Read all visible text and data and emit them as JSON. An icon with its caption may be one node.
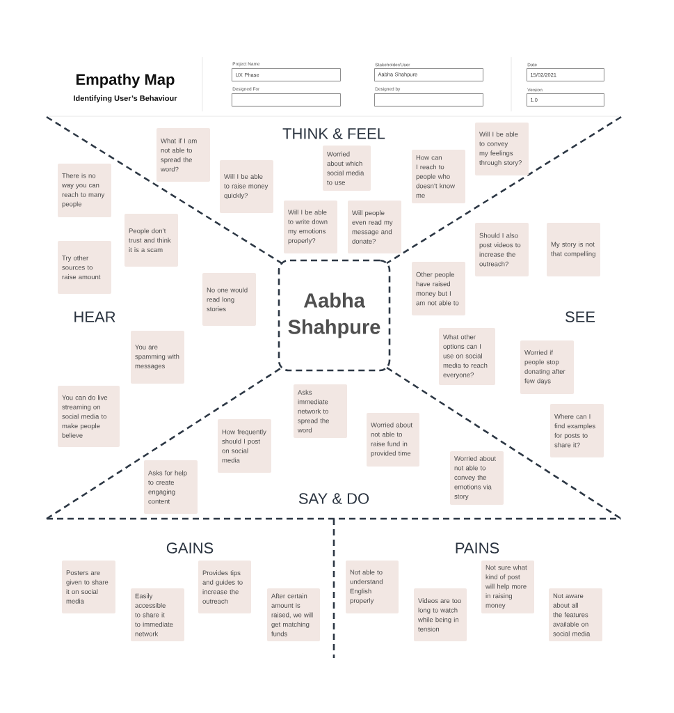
{
  "diagram": {
    "title": "Empathy Map",
    "nodes": [
      {
        "text": [
          "Project Name",
          "UX Phase"
        ]
      },
      {
        "text": [
          "Designed For"
        ]
      },
      {
        "text": [
          "Stakeholder/User",
          "Aabha Shahpure"
        ]
      },
      {
        "text": [
          "Designed by"
        ]
      },
      {
        "text": [
          "Date",
          "15/02/2021"
        ]
      },
      {
        "text": [
          "Version",
          "1.0"
        ]
      },
      {
        "text": [
          "Aabha Shahpure"
        ]
      },
      {
        "text": [
          "What if I am not able to spread the word?"
        ]
      },
      {
        "text": [
          "Will I be able to raise money quickly?"
        ]
      },
      {
        "text": [
          "Worried about which social media to use"
        ]
      },
      {
        "text": [
          "Will I be able to write down my emotions properly?"
        ]
      },
      {
        "text": [
          "Will people even read my message and donate?"
        ]
      },
      {
        "text": [
          "How can I reach to people who doesn’t know me"
        ]
      },
      {
        "text": [
          "Will I be able to convey my feelings through story?"
        ]
      },
      {
        "text": [
          "There is no way you can reach to many people"
        ]
      },
      {
        "text": [
          "People don’t trust and think it is a scam"
        ]
      },
      {
        "text": [
          "Try other sources to raise amount"
        ]
      },
      {
        "text": [
          "No one would read long stories"
        ]
      },
      {
        "text": [
          "You are spamming with messages"
        ]
      },
      {
        "text": [
          "You can do live streaming on social media to make people believe"
        ]
      },
      {
        "text": [
          "Should I also post videos to increase the outreach?"
        ]
      },
      {
        "text": [
          "My story is not that compelling"
        ]
      },
      {
        "text": [
          "Other people have raised money but I am not able to"
        ]
      },
      {
        "text": [
          "What other options can I use on social media to reach everyone?"
        ]
      },
      {
        "text": [
          "Worried if people stop donating after few days"
        ]
      },
      {
        "text": [
          "Where can I find examples for posts to share it?"
        ]
      },
      {
        "text": [
          "Asks immediate network to spread the word"
        ]
      },
      {
        "text": [
          "How frequently should I post on social media"
        ]
      },
      {
        "text": [
          "Worried about not able to raise fund in provided time"
        ]
      },
      {
        "text": [
          "Asks for help to create engaging content"
        ]
      },
      {
        "text": [
          "Worried about not able to convey the emotions via story"
        ]
      },
      {
        "text": [
          "Posters are given to share it on social media"
        ]
      },
      {
        "text": [
          "Easily accessible to share it to immediate network"
        ]
      },
      {
        "text": [
          "Provides tips and guides to increase the outreach"
        ]
      },
      {
        "text": [
          "After certain amount is raised, we will get matching funds"
        ]
      },
      {
        "text": [
          "Not able to understand English properly"
        ]
      },
      {
        "text": [
          "Videos are too long to watch while being in tension"
        ]
      },
      {
        "text": [
          "Not sure what kind of post will help more in raising money"
        ]
      },
      {
        "text": [
          "Not aware about all the features available on social media"
        ]
      }
    ],
    "labels": [
      "Identifying User’s Behaviour",
      "THINK & FEEL",
      "HEAR",
      "SEE",
      "SAY & DO",
      "GAINS",
      "PAINS"
    ]
  }
}
